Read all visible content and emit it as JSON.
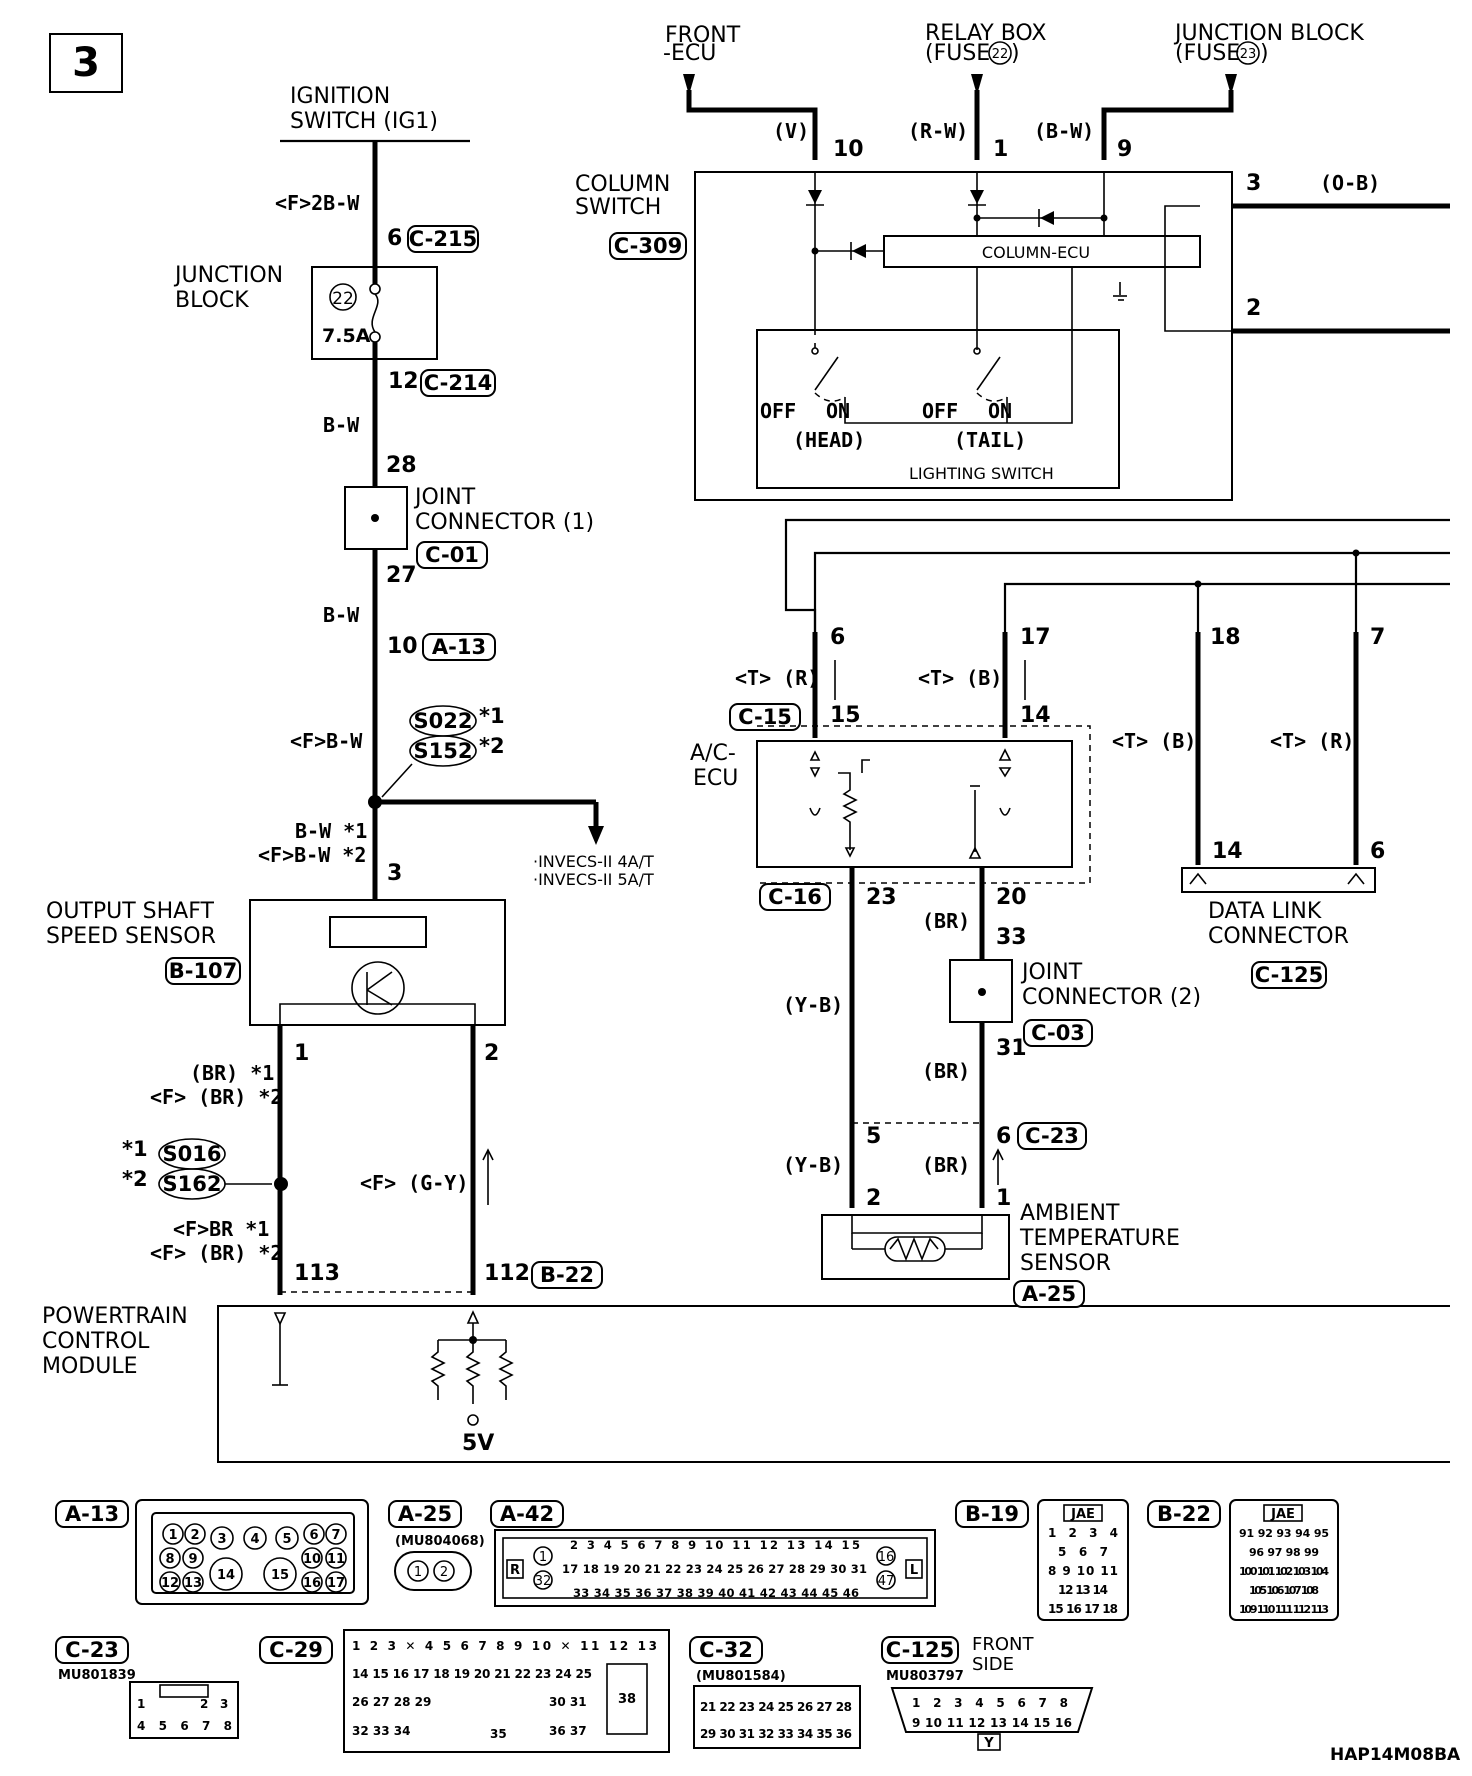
{
  "page_number": "3",
  "diagram_code": "HAP14M08BA",
  "sources": {
    "ignition": "IGNITION SWITCH (IG1)",
    "front_ecu": "FRONT -ECU",
    "relay_box": "RELAY BOX (FUSE",
    "relay_fuse": "22",
    "junction_block_top": "JUNCTION BLOCK (FUSE",
    "junction_fuse": "23"
  },
  "components": {
    "junction_block": "JUNCTION BLOCK",
    "fuse_no": "22",
    "fuse_rating": "7.5A",
    "joint_connector_1": "JOINT CONNECTOR (1)",
    "joint_connector_2": "JOINT CONNECTOR (2)",
    "column_switch": "COLUMN SWITCH",
    "column_ecu": "COLUMN-ECU",
    "lighting_switch": "LIGHTING SWITCH",
    "head": "(HEAD)",
    "tail": "(TAIL)",
    "off": "OFF",
    "on": "ON",
    "ac_ecu": "A/C- ECU",
    "output_shaft_sensor": "OUTPUT SHAFT SPEED SENSOR",
    "data_link": "DATA LINK CONNECTOR",
    "ambient_sensor": "AMBIENT TEMPERATURE SENSOR",
    "pcm": "POWERTRAIN CONTROL MODULE",
    "five_v": "5V",
    "invecs_note_1": "·INVECS-II 4A/T",
    "invecs_note_2": "·INVECS-II 5A/T"
  },
  "connectors": {
    "c215": "C-215",
    "c214": "C-214",
    "c01": "C-01",
    "a13": "A-13",
    "s022": "S022",
    "s152": "S152",
    "b107": "B-107",
    "s016": "S016",
    "s162": "S162",
    "b22": "B-22",
    "c309": "C-309",
    "c15": "C-15",
    "c16": "C-16",
    "c03": "C-03",
    "c23": "C-23",
    "a25": "A-25",
    "c125": "C-125"
  },
  "wires": {
    "f2bw": "<F>2B-W",
    "bw1": "B-W",
    "bw2": "B-W",
    "fbw": "<F>B-W",
    "bw_star1": "B-W *1",
    "fbw_star2": "<F>B-W *2",
    "br_star1": "(BR) *1",
    "fbr_star2": "<F> (BR) *2",
    "fbr2_star1": "<F>BR *1",
    "fbr3_star2": "<F> (BR) *2",
    "fgy": "<F> (G-Y)",
    "v": "(V)",
    "rw": "(R-W)",
    "bw_top": "(B-W)",
    "ob": "(O-B)",
    "tr1": "<T> (R)",
    "tb1": "<T> (B)",
    "tb2": "<T> (B)",
    "tr2": "<T> (R)",
    "yb1": "(Y-B)",
    "yb2": "(Y-B)",
    "br_a": "(BR)",
    "br_b": "(BR)",
    "br_c": "(BR)",
    "star1": "*1",
    "star2": "*2"
  },
  "pins": {
    "p6": "6",
    "p12": "12",
    "p28": "28",
    "p27": "27",
    "p10": "10",
    "p3": "3",
    "p1": "1",
    "p2": "2",
    "p113": "113",
    "p112": "112",
    "t10": "10",
    "t1": "1",
    "t9": "9",
    "cs3": "3",
    "cs2": "2",
    "c6": "6",
    "c17": "17",
    "c18": "18",
    "c7": "7",
    "c15": "15",
    "c14": "14",
    "d14": "14",
    "d6": "6",
    "e23": "23",
    "e20": "20",
    "e33": "33",
    "e31": "31",
    "e5": "5",
    "e6": "6",
    "e2": "2",
    "e1": "1"
  },
  "legend": {
    "a13": "A-13",
    "a25": "A-25",
    "a25_part": "(MU804068)",
    "a42": "A-42",
    "b19": "B-19",
    "b22": "B-22",
    "jae": "JAE",
    "c23": "C-23",
    "c23_part": "MU801839",
    "c29": "C-29",
    "c32": "C-32",
    "c32_part": "(MU801584)",
    "c125": "C-125",
    "c125_part": "MU803797",
    "front_side": "FRONT SIDE",
    "a42_r": "R",
    "a42_l": "L",
    "a42_row1": "2 3 4 5 6 7 8 9 10 11 12 13 14 15",
    "a42_row2": "17 18 19 20 21 22 23 24 25 26 27 28 29 30 31",
    "a42_row3": "33 34 35 36 37 38 39 40 41 42 43 44 45 46",
    "c32_row1": "21 22 23 24 25 26 27 28",
    "c32_row2": "29 30 31 32 33 34 35 36",
    "c125_row1": "1 2 3 4 5 6 7 8",
    "c125_row2": "9 10 11 12 13 14 15 16",
    "c125_y": "Y"
  }
}
